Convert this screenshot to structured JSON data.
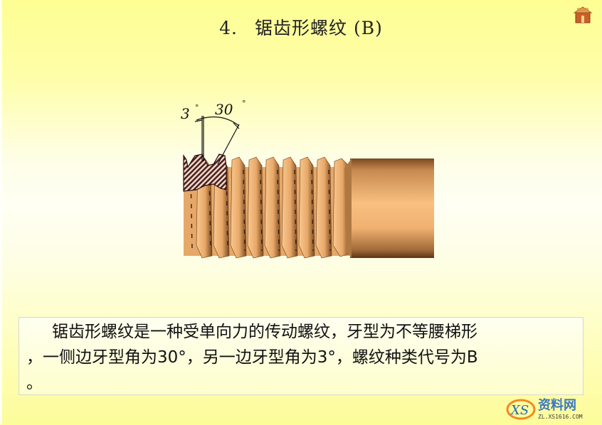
{
  "slide": {
    "title_number": "4.",
    "title_text": "锯齿形螺纹 (B)",
    "background_colors": [
      "#fefe94",
      "#fffff4",
      "#fdfc9a"
    ]
  },
  "figure": {
    "description": "Buttress thread (锯齿形螺纹) screw illustration with sectioned tooth profile",
    "angle_left_label": "3",
    "angle_right_label": "30",
    "degree_symbol": "°",
    "thread_color": "#f5b878",
    "hatch_color": "#4a2020"
  },
  "description": {
    "line1": "锯齿形螺纹是一种受单向力的传动螺纹，牙型为不等腰梯形",
    "line2": "，一侧边牙型角为30°，另一边牙型角为3°，螺纹种类代号为B",
    "line3": "。"
  },
  "nav": {
    "home_icon": "home-icon"
  },
  "watermark": {
    "logo_text": "XS",
    "brand": "资料网",
    "url": "ZL.XS1616.COM"
  }
}
